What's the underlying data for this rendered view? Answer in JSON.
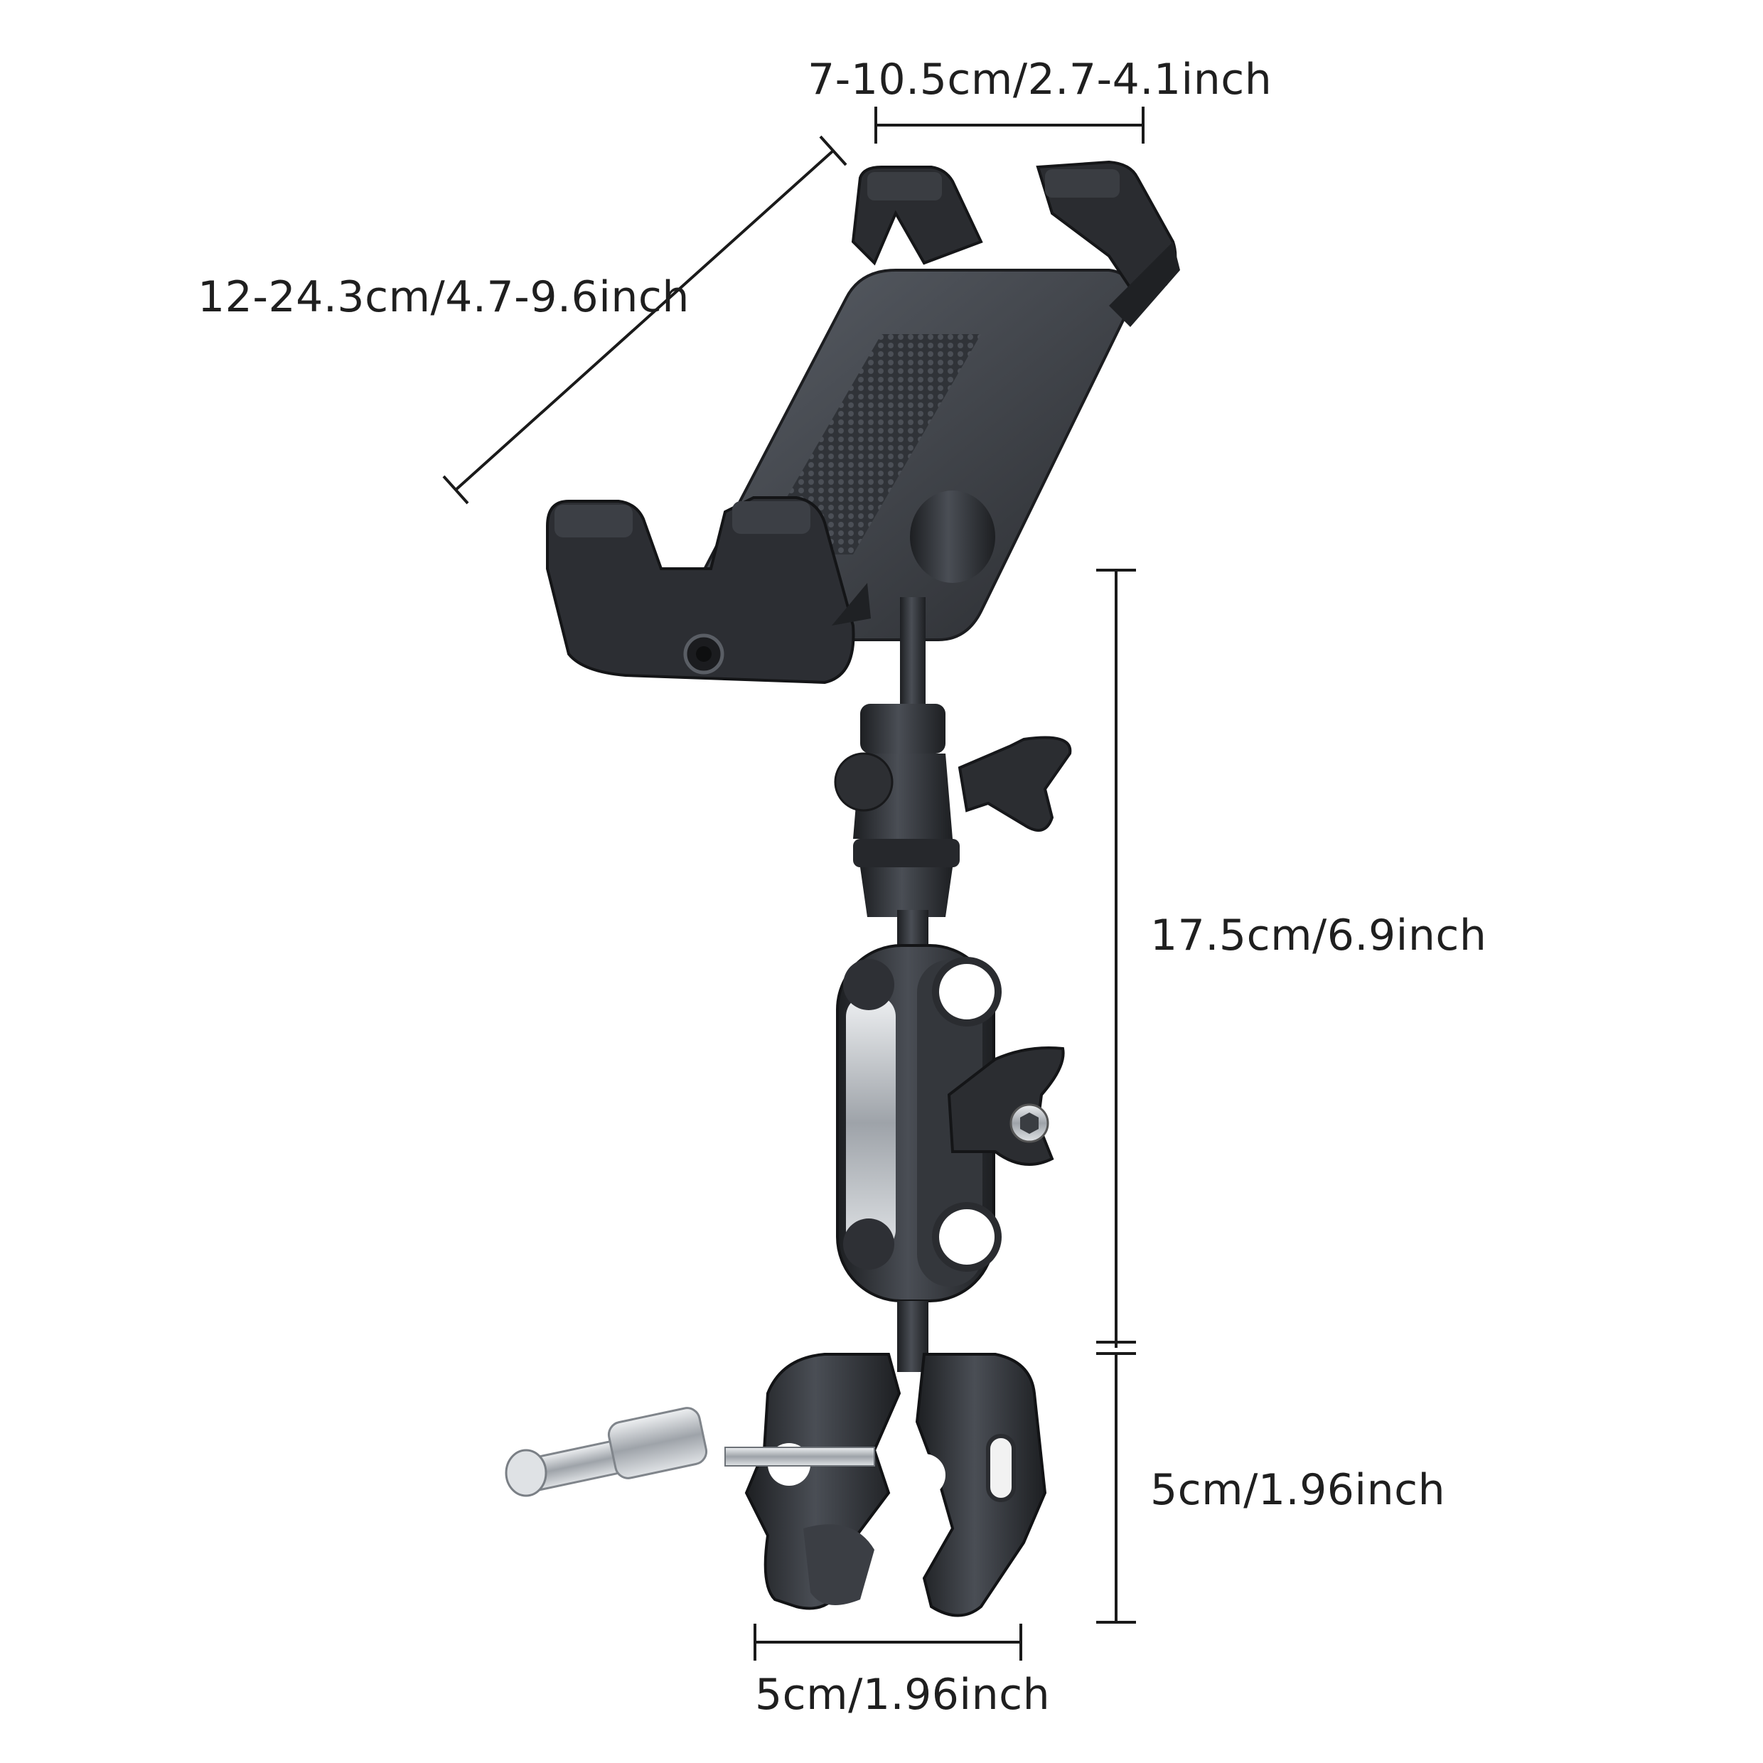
{
  "dimensions": {
    "holder_width": "7-10.5cm/2.7-4.1inch",
    "holder_length": "12-24.3cm/4.7-9.6inch",
    "arm_height": "17.5cm/6.9inch",
    "clamp_height": "5cm/1.96inch",
    "clamp_width": "5cm/1.96inch"
  },
  "colors": {
    "background": "#ffffff",
    "dimension_line": "#1a1a1a",
    "metal_dark": "#2b2d31",
    "metal_mid": "#45484e",
    "metal_highlight": "#8a8f96",
    "silver": "#c9ccd0"
  },
  "product": {
    "description_icon": "tablet-holder-with-magic-arm-and-clamp"
  }
}
